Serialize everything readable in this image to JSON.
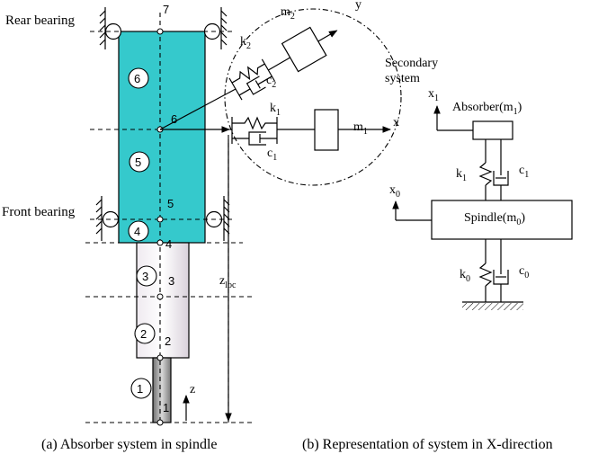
{
  "labels": {
    "rear_bearing": "Rear bearing",
    "front_bearing": "Front bearing",
    "secondary_line1": "Secondary",
    "secondary_line2": "system",
    "absorber": "Absorber(m",
    "absorber_sub": "1",
    "absorber_close": ")",
    "spindle": "Spindle(m",
    "spindle_sub": "0",
    "spindle_close": ")",
    "z": "z",
    "z_loc": "z",
    "z_loc_sub": "loc",
    "x_axis": "x",
    "y_axis": "y",
    "m2": "m",
    "m2_sub": "2",
    "m1": "m",
    "m1_sub": "1",
    "k2": "k",
    "k2_sub": "2",
    "c2": "c",
    "c2_sub": "2",
    "k1": "k",
    "k1_sub": "1",
    "c1": "c",
    "c1_sub": "1",
    "k1b": "k",
    "k1b_sub": "1",
    "c1b": "c",
    "c1b_sub": "1",
    "k0": "k",
    "k0_sub": "0",
    "c0": "c",
    "c0_sub": "0",
    "x1": "x",
    "x1_sub": "1",
    "x0": "x",
    "x0_sub": "0"
  },
  "circle_labels": [
    "6",
    "5",
    "4",
    "3",
    "2",
    "1"
  ],
  "node_labels": [
    "7",
    "6",
    "5",
    "4",
    "3",
    "2",
    "1"
  ],
  "captions": {
    "a": "(a)  Absorber system in spindle",
    "b": "(b) Representation of system in X-direction"
  },
  "colors": {
    "spindle_body": "#35c9cc",
    "shaft_middle": "#e4dde6",
    "shaft_tip": "#8f8f8f"
  }
}
